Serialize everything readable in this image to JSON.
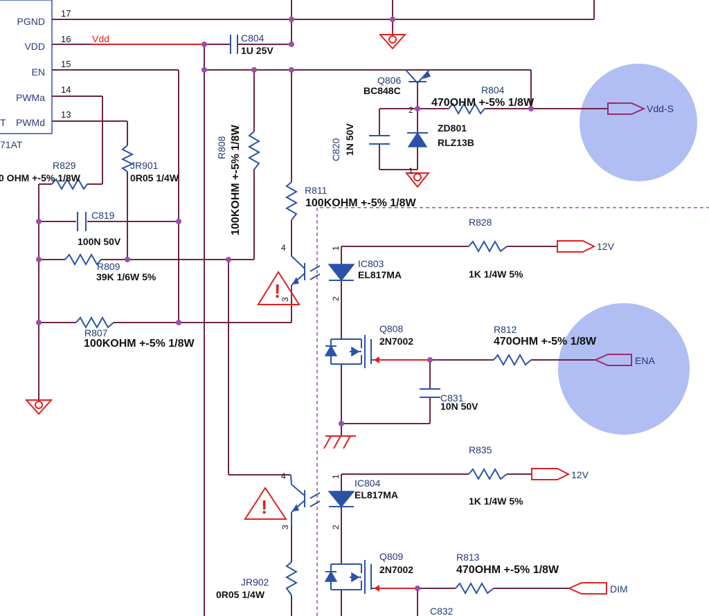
{
  "ic_pins": [
    {
      "name": "PGND",
      "num": "17"
    },
    {
      "name": "VDD",
      "num": "16"
    },
    {
      "name": "EN",
      "num": "15"
    },
    {
      "name": "PWMa",
      "num": "14"
    },
    {
      "name": "PWMd",
      "num": "13",
      "prefix": "T"
    }
  ],
  "ic_part_suffix": "71AT",
  "vdd_net_label": "Vdd",
  "components": {
    "c804": {
      "ref": "C804",
      "value": "1U 25V"
    },
    "q806": {
      "ref": "Q806",
      "value": "BC848C"
    },
    "r804": {
      "ref": "R804",
      "value": "470OHM +-5% 1/8W"
    },
    "zd801": {
      "ref": "ZD801",
      "value": "RLZ13B"
    },
    "c820": {
      "ref": "C820",
      "value": "1N 50V"
    },
    "r808": {
      "ref": "R808",
      "value": "100KOHM +-5% 1/8W"
    },
    "r811": {
      "ref": "R811",
      "value": "100KOHM +-5% 1/8W"
    },
    "r829": {
      "ref": "R829",
      "value": "0 OHM +-5% 1/8W"
    },
    "jr901": {
      "ref": "JR901",
      "value": "0R05 1/4W"
    },
    "c819": {
      "ref": "C819",
      "value": "100N 50V"
    },
    "r809": {
      "ref": "R809",
      "value": "39K 1/6W 5%"
    },
    "r807": {
      "ref": "R807",
      "value": "100KOHM +-5% 1/8W"
    },
    "r828": {
      "ref": "R828",
      "value": "1K 1/4W 5%"
    },
    "ic803": {
      "ref": "IC803",
      "value": "EL817MA"
    },
    "q808": {
      "ref": "Q808",
      "value": "2N7002"
    },
    "r812": {
      "ref": "R812",
      "value": "470OHM +-5% 1/8W"
    },
    "c831": {
      "ref": "C831",
      "value": "10N 50V"
    },
    "r835": {
      "ref": "R835",
      "value": "1K 1/4W 5%"
    },
    "ic804": {
      "ref": "IC804",
      "value": "EL817MA"
    },
    "q809": {
      "ref": "Q809",
      "value": "2N7002"
    },
    "r813": {
      "ref": "R813",
      "value": "470OHM +-5% 1/8W"
    },
    "jr902": {
      "ref": "JR902",
      "value": "0R05 1/4W"
    },
    "c832": {
      "ref": "C832"
    }
  },
  "ports": {
    "vdd_s": "Vdd-S",
    "v12_a": "12V",
    "ena": "ENA",
    "v12_b": "12V",
    "dim": "DIM"
  },
  "pin_numbers": {
    "q806_pin": "2",
    "zd_pin": "1",
    "ic803_p4": "4",
    "ic803_p3": "3",
    "ic803_p1": "1",
    "ic803_p2": "2",
    "ic804_p4": "4",
    "ic804_p3": "3",
    "ic804_p1": "1",
    "ic804_p2": "2"
  },
  "warning_symbol": "!",
  "colors": {
    "wire": "#6e2440",
    "component": "#2a52a8",
    "power_symbol": "#e02020",
    "highlight": "#8ea2ee",
    "isolation_boundary": "#9b4fa8"
  }
}
